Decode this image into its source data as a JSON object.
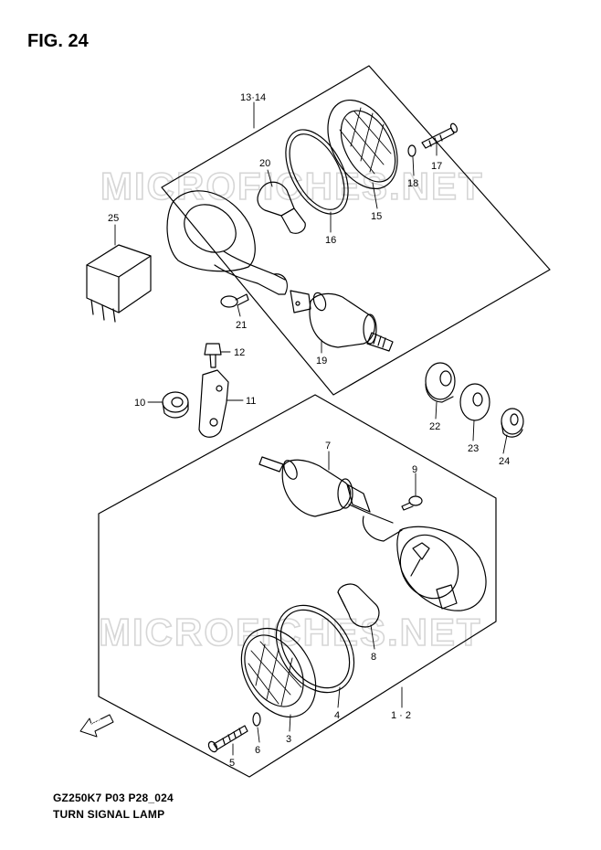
{
  "figure": {
    "title": "FIG. 24",
    "model_code": "GZ250K7 P03 P28_024",
    "caption": "TURN SIGNAL LAMP"
  },
  "watermark": "MICROFICHES.NET",
  "direction_label": "FWD",
  "callouts": [
    {
      "id": "c-13-14",
      "label": "13·14"
    },
    {
      "id": "c-20",
      "label": "20"
    },
    {
      "id": "c-17",
      "label": "17"
    },
    {
      "id": "c-18",
      "label": "18"
    },
    {
      "id": "c-15",
      "label": "15"
    },
    {
      "id": "c-16",
      "label": "16"
    },
    {
      "id": "c-25",
      "label": "25"
    },
    {
      "id": "c-21",
      "label": "21"
    },
    {
      "id": "c-19",
      "label": "19"
    },
    {
      "id": "c-12",
      "label": "12"
    },
    {
      "id": "c-10",
      "label": "10"
    },
    {
      "id": "c-11",
      "label": "11"
    },
    {
      "id": "c-22",
      "label": "22"
    },
    {
      "id": "c-23",
      "label": "23"
    },
    {
      "id": "c-24",
      "label": "24"
    },
    {
      "id": "c-7",
      "label": "7"
    },
    {
      "id": "c-9",
      "label": "9"
    },
    {
      "id": "c-8",
      "label": "8"
    },
    {
      "id": "c-4",
      "label": "4"
    },
    {
      "id": "c-1-2",
      "label": "1 · 2"
    },
    {
      "id": "c-3",
      "label": "3"
    },
    {
      "id": "c-5",
      "label": "5"
    },
    {
      "id": "c-6",
      "label": "6"
    }
  ],
  "colors": {
    "ink": "#000000",
    "watermark": "#d6d6d6",
    "paper": "#ffffff"
  }
}
